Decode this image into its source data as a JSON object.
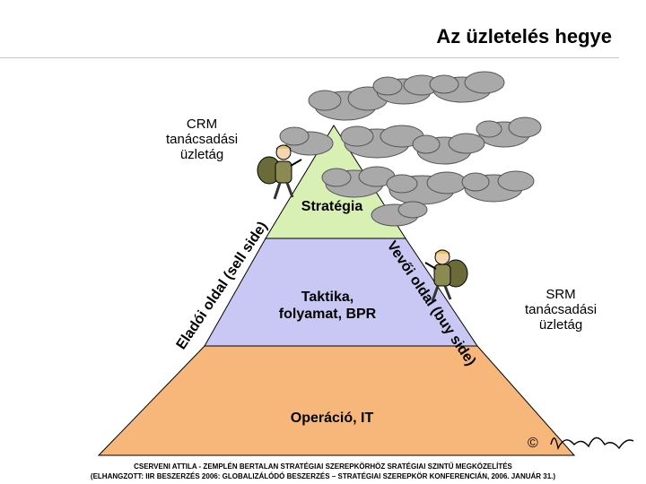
{
  "title": "Az üzletelés hegye",
  "crm_label": "CRM\ntanácsadási\nüzletág",
  "srm_label": "SRM\ntanácsadási\nüzletág",
  "tiers": {
    "strategy": "Stratégia",
    "tactics": "Taktika,\nfolyamat, BPR",
    "operations": "Operáció, IT"
  },
  "sides": {
    "sell": "Eladói oldal (sell side)",
    "buy": "Vevői oldal (buy side)"
  },
  "colors": {
    "strategy": "#d9f0b5",
    "tactics": "#c9c7f3",
    "operations": "#f8b77a",
    "clouds": "#a9a9a9"
  },
  "copyright": "©",
  "footer": {
    "line1": "CSERVENI ATTILA - ZEMPLÉN BERTALAN STRATÉGIAI SZEREPKÖRHÖZ SRATÉGIAI SZINTŰ MEGKÖZELÍTÉS",
    "line2": "(ELHANGZOTT: IIR BESZERZÉS 2006: GLOBALIZÁLÓDÓ BESZERZÉS – STRATÉGIAI SZEREPKÖR KONFERENCIÁN, 2006. JANUÁR 31.)"
  }
}
